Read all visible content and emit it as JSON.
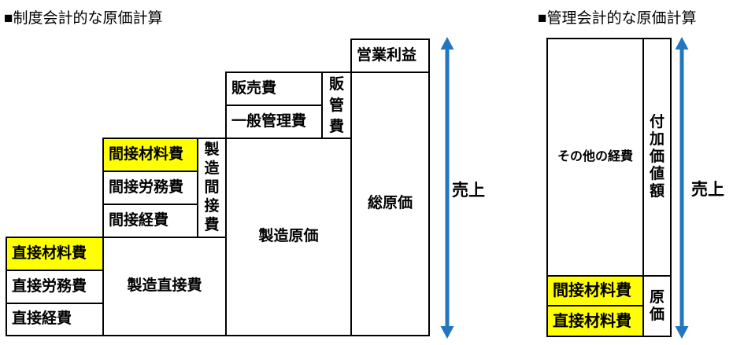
{
  "left": {
    "title": "■制度会計的な原価計算",
    "cells": {
      "eigyo_rieki": "営業利益",
      "hanbai_hi": "販売費",
      "ippan_kanri_hi": "一般管理費",
      "hankan_hi": "販管費",
      "kansetsu_zairyo_hi": "間接材料費",
      "kansetsu_romu_hi": "間接労務費",
      "kansetsu_keihi": "間接経費",
      "seizo_kansetsu_hi": "製造間接費",
      "chokusetsu_zairyo_hi": "直接材料費",
      "chokusetsu_romu_hi": "直接労務費",
      "chokusetsu_keihi": "直接経費",
      "seizo_chokusetsu_hi": "製造直接費",
      "seizo_genka": "製造原価",
      "so_genka": "総原価"
    },
    "arrow_label": "売上"
  },
  "right": {
    "title": "■管理会計的な原価計算",
    "cells": {
      "sonota_keihi": "その他の経費",
      "fuka_kachi_gaku": "付加価値額",
      "kansetsu_zairyo_hi": "間接材料費",
      "chokusetsu_zairyo_hi": "直接材料費",
      "genka": "原価"
    },
    "arrow_label": "売上"
  },
  "colors": {
    "highlight": "#FFFF00",
    "arrow": "#2176BF",
    "border": "#000000"
  }
}
